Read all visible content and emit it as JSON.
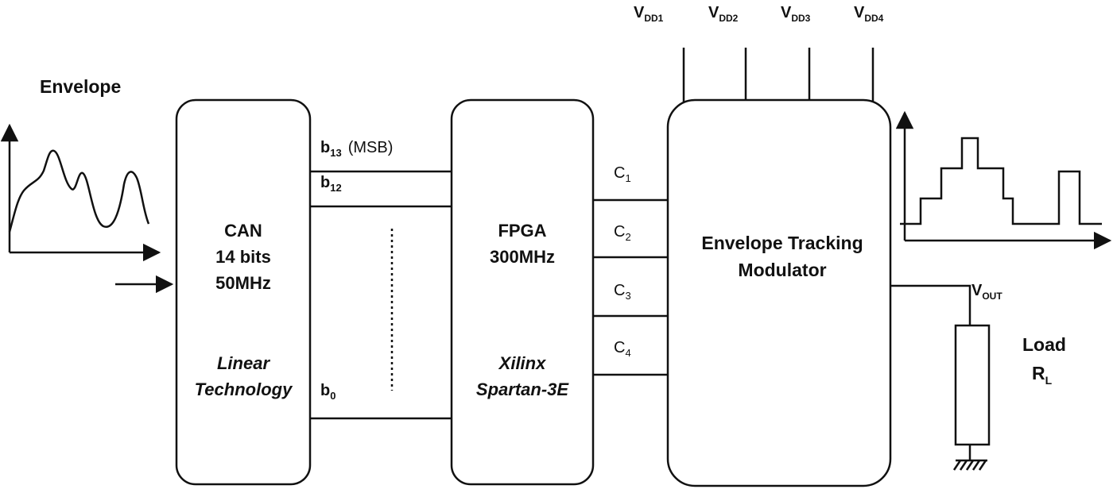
{
  "input": {
    "title": "Envelope"
  },
  "can": {
    "line1": "CAN",
    "line2": "14 bits",
    "line3": "50MHz",
    "vendor1": "Linear",
    "vendor2": "Technology"
  },
  "bits": {
    "b13": "b",
    "b13_sub": "13",
    "b13_note": "(MSB)",
    "b12": "b",
    "b12_sub": "12",
    "b0": "b",
    "b0_sub": "0"
  },
  "fpga": {
    "line1": "FPGA",
    "line2": "300MHz",
    "vendor1": "Xilinx",
    "vendor2": "Spartan-3E"
  },
  "controls": {
    "c1": "C",
    "c1_sub": "1",
    "c2": "C",
    "c2_sub": "2",
    "c3": "C",
    "c3_sub": "3",
    "c4": "C",
    "c4_sub": "4"
  },
  "supplies": {
    "v1": "V",
    "v1_sub": "DD1",
    "v2": "V",
    "v2_sub": "DD2",
    "v3": "V",
    "v3_sub": "DD3",
    "v4": "V",
    "v4_sub": "DD4"
  },
  "modulator": {
    "line1": "Envelope Tracking",
    "line2": "Modulator"
  },
  "output": {
    "vout": "V",
    "vout_sub": "OUT"
  },
  "load": {
    "line1": "Load",
    "line2": "R",
    "line2_sub": "L"
  }
}
